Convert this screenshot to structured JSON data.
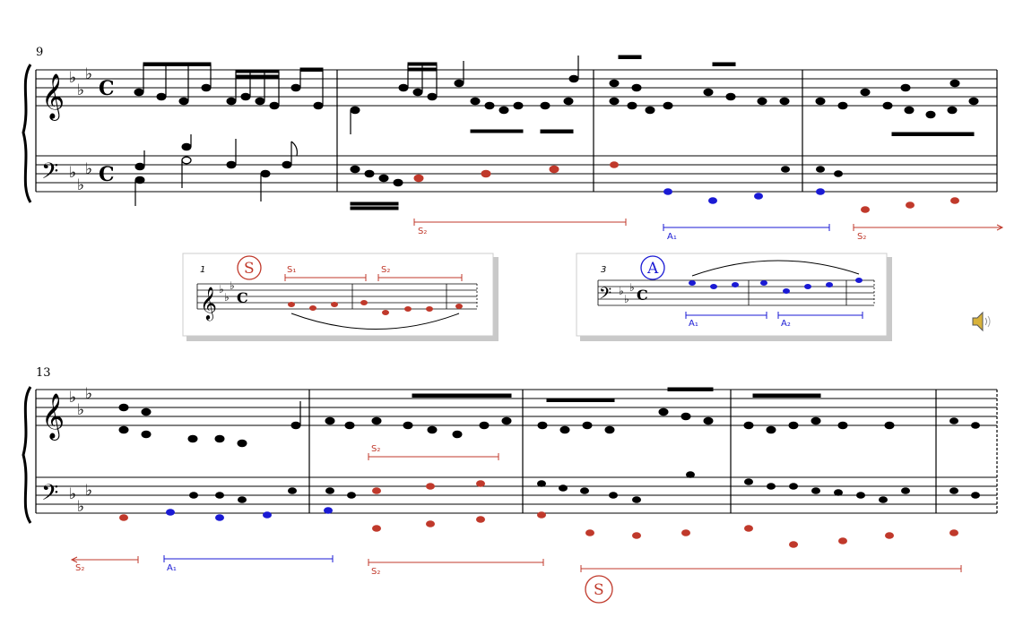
{
  "score": {
    "system1": {
      "measure_number": "9",
      "annotations": [
        {
          "label": "S₂",
          "color": "#c0392b"
        },
        {
          "label": "A₁",
          "color": "#1a1ad4"
        },
        {
          "label": "S₂",
          "color": "#c0392b"
        }
      ]
    },
    "system2": {
      "measure_number": "13",
      "annotations": [
        {
          "label": "S₂",
          "color": "#c0392b"
        },
        {
          "label": "A₁",
          "color": "#1a1ad4"
        },
        {
          "label": "S₂",
          "color": "#c0392b"
        },
        {
          "label": "S₂",
          "color": "#c0392b"
        }
      ],
      "subject_circle": "S"
    },
    "time_signature": "C",
    "key_signature": "E♭ major (3 flats)"
  },
  "insets": {
    "subject": {
      "number": "1",
      "circle_label": "S",
      "segment_labels": [
        "S₁",
        "S₂"
      ],
      "time_signature": "C"
    },
    "answer": {
      "number": "3",
      "circle_label": "A",
      "segment_labels": [
        "A₁",
        "A₂"
      ],
      "time_signature": "C"
    }
  },
  "colors": {
    "subject": "#c0392b",
    "answer": "#1a1ad4",
    "ink": "#000000"
  },
  "icons": {
    "speaker": "speaker-icon"
  }
}
